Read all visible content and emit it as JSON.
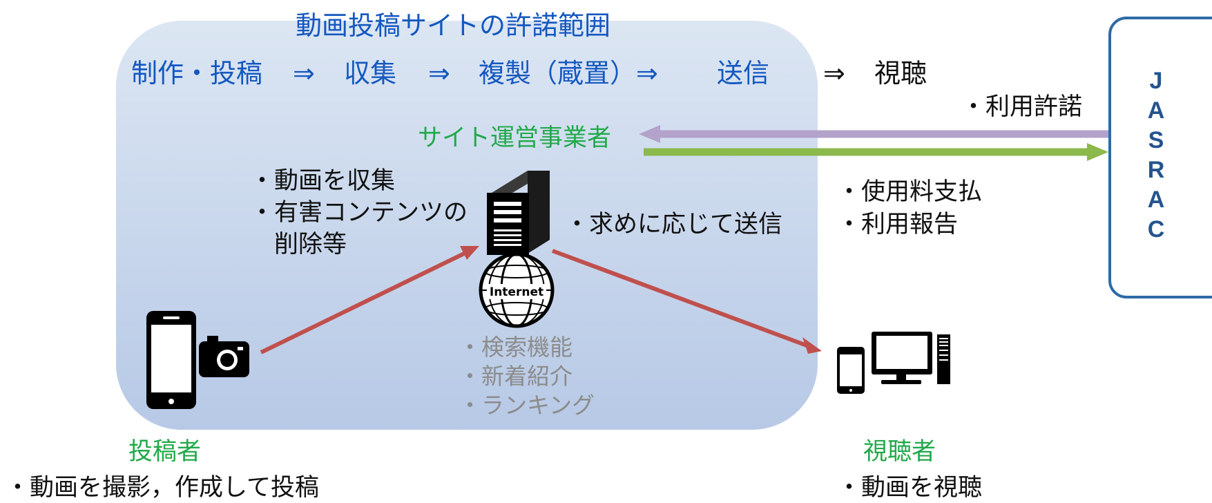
{
  "scope_title": "動画投稿サイトの許諾範囲",
  "flow": {
    "step1": "制作・投稿",
    "arrow1": "⇒",
    "step2": "収集",
    "arrow2": "⇒",
    "step3": "複製（蔵置）⇒",
    "step4": "送信",
    "arrow4": "⇒",
    "step5": "視聴"
  },
  "operator": {
    "title": "サイト運営事業者",
    "duties": [
      "・動画を収集",
      "・有害コンテンツの",
      "　削除等"
    ],
    "send": "・求めに応じて送信",
    "features": [
      "・検索機能",
      "・新着紹介",
      "・ランキング"
    ]
  },
  "server_label": "Internet",
  "jasrac": {
    "letters": [
      "J",
      "A",
      "S",
      "R",
      "A",
      "C"
    ],
    "permission": "・利用許諾",
    "payments": [
      "・使用料支払",
      "・利用報告"
    ]
  },
  "poster": {
    "title": "投稿者",
    "desc": "・動画を撮影，作成して投稿"
  },
  "viewer": {
    "title": "視聴者",
    "desc": "・動画を視聴"
  },
  "colors": {
    "scope_top": "#dce6f3",
    "scope_bottom": "#b7c9e6",
    "flow_blue": "#1458c0",
    "role_green": "#21a94a",
    "permission_arrow": "#b3a2c9",
    "payment_arrow": "#8cb94c",
    "upload_arrow": "#c0504d",
    "jasrac_border": "#2e6aa6"
  }
}
